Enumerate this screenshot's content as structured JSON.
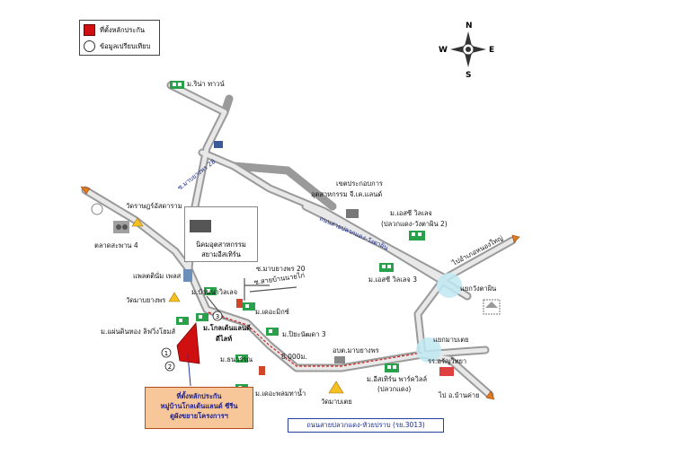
{
  "legend": {
    "site_label": "ที่ตั้งหลักประกัน",
    "compare_label": "ข้อมูลเปรียบเทียบ",
    "site_color": "#d01010"
  },
  "compass": {
    "n": "N",
    "s": "S",
    "e": "E",
    "w": "W"
  },
  "places": {
    "rina_town": "ม.ริน่า ทาวน์",
    "wat_rat": "วัดราษฎร์อัสดาราม",
    "talad": "ตลาดสะพาน 4",
    "factory_name_1": "นิคมอุตสาหกรรม",
    "factory_name_2": "สยามอีสเทิร์น",
    "plaza": "แพลตตินั่ม เพลส",
    "wat_mabyangporn": "วัดมาบยางพร",
    "baan_nawilla": "ม.บ้านนาวิลเลจ",
    "the_mix": "ม.เดอะมิกซ์",
    "saen_din_thong": "ม.แผ่นดินทอง ลิฟวิ่งโฮมส์",
    "golden_land_1": "ม.โกลเด้นแลนด์",
    "golden_land_2": "ดีไลท์",
    "piyanat": "ม.ปิยะนัฒดา 3",
    "thanawan": "ม.ธนวรรณ",
    "the_palm": "ม.เดอะพลมทาน้ำ",
    "wat_mapkhayoei": "วัดมาบเตย",
    "obt": "อบต.มาบยางพร",
    "eastern_park_1": "ม.อีสเทิร์น พาร์ควิลล์",
    "eastern_park_2": "(ปลวกแดง)",
    "rr_school": "รร.อรัญวิทยา",
    "yaek_map": "แยกมาบเตย",
    "yaek_wang": "แยกวังตาผิน",
    "to_nong_yai": "ไปอำเภอหนองใหญ่",
    "to_ban_khai": "ไป อ.บ้านค่าย",
    "industrial_1": "เขตประกอบการ",
    "industrial_2": "อุตสาหกรรม จี.เค.แลนด์",
    "sc_village_top_1": "ม.เอสซี วิลเลจ",
    "sc_village_top_2": "(ปลวกแดง-วังตาผิน 2)",
    "sc_village_3": "ม.เอสซี วิลเลจ 3",
    "soi_mab_28": "ซ.มาบยางพร 28",
    "soi_mab_20": "ซ.มาบยางพร 20",
    "soi_ban_nai": "ซ.สายบ้านนายไก่",
    "road_pluak": "ถนนสายปลวกแดง-วังตาผิน",
    "distance": "8,000ม."
  },
  "markers": {
    "m1": "1",
    "m2": "2",
    "m3": "3"
  },
  "callout": {
    "line1": "ที่ตั้งหลักประกัน",
    "line2": "หมู่บ้านโกลเด้นแลนด์ ซีรีน",
    "line3": "ดูผังขยายโครงการฯ"
  },
  "road_tag": "ถนนสายปลวกแดง-หัวยปราบ (รย.3013)",
  "colors": {
    "road": "#9a9a9a",
    "route": "#cc2222",
    "site": "#d01010",
    "junction": "#bfe9f2",
    "callout_bg": "#f7c79a"
  }
}
